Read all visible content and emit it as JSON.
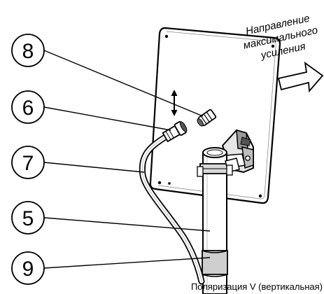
{
  "callouts": {
    "c8": "8",
    "c6": "6",
    "c7": "7",
    "c5": "5",
    "c9": "9"
  },
  "direction_label": {
    "line1": "Направление",
    "line2": "максимального",
    "line3": "усиления"
  },
  "caption": "Поляризация V (вертикальная)",
  "colors": {
    "line": "#000000",
    "panel": "#ffffff",
    "mast_band": "#cfcfcf"
  },
  "icons": {
    "arrow": "hollow-right-arrow",
    "polarization": "double-headed-vertical-arrow"
  }
}
